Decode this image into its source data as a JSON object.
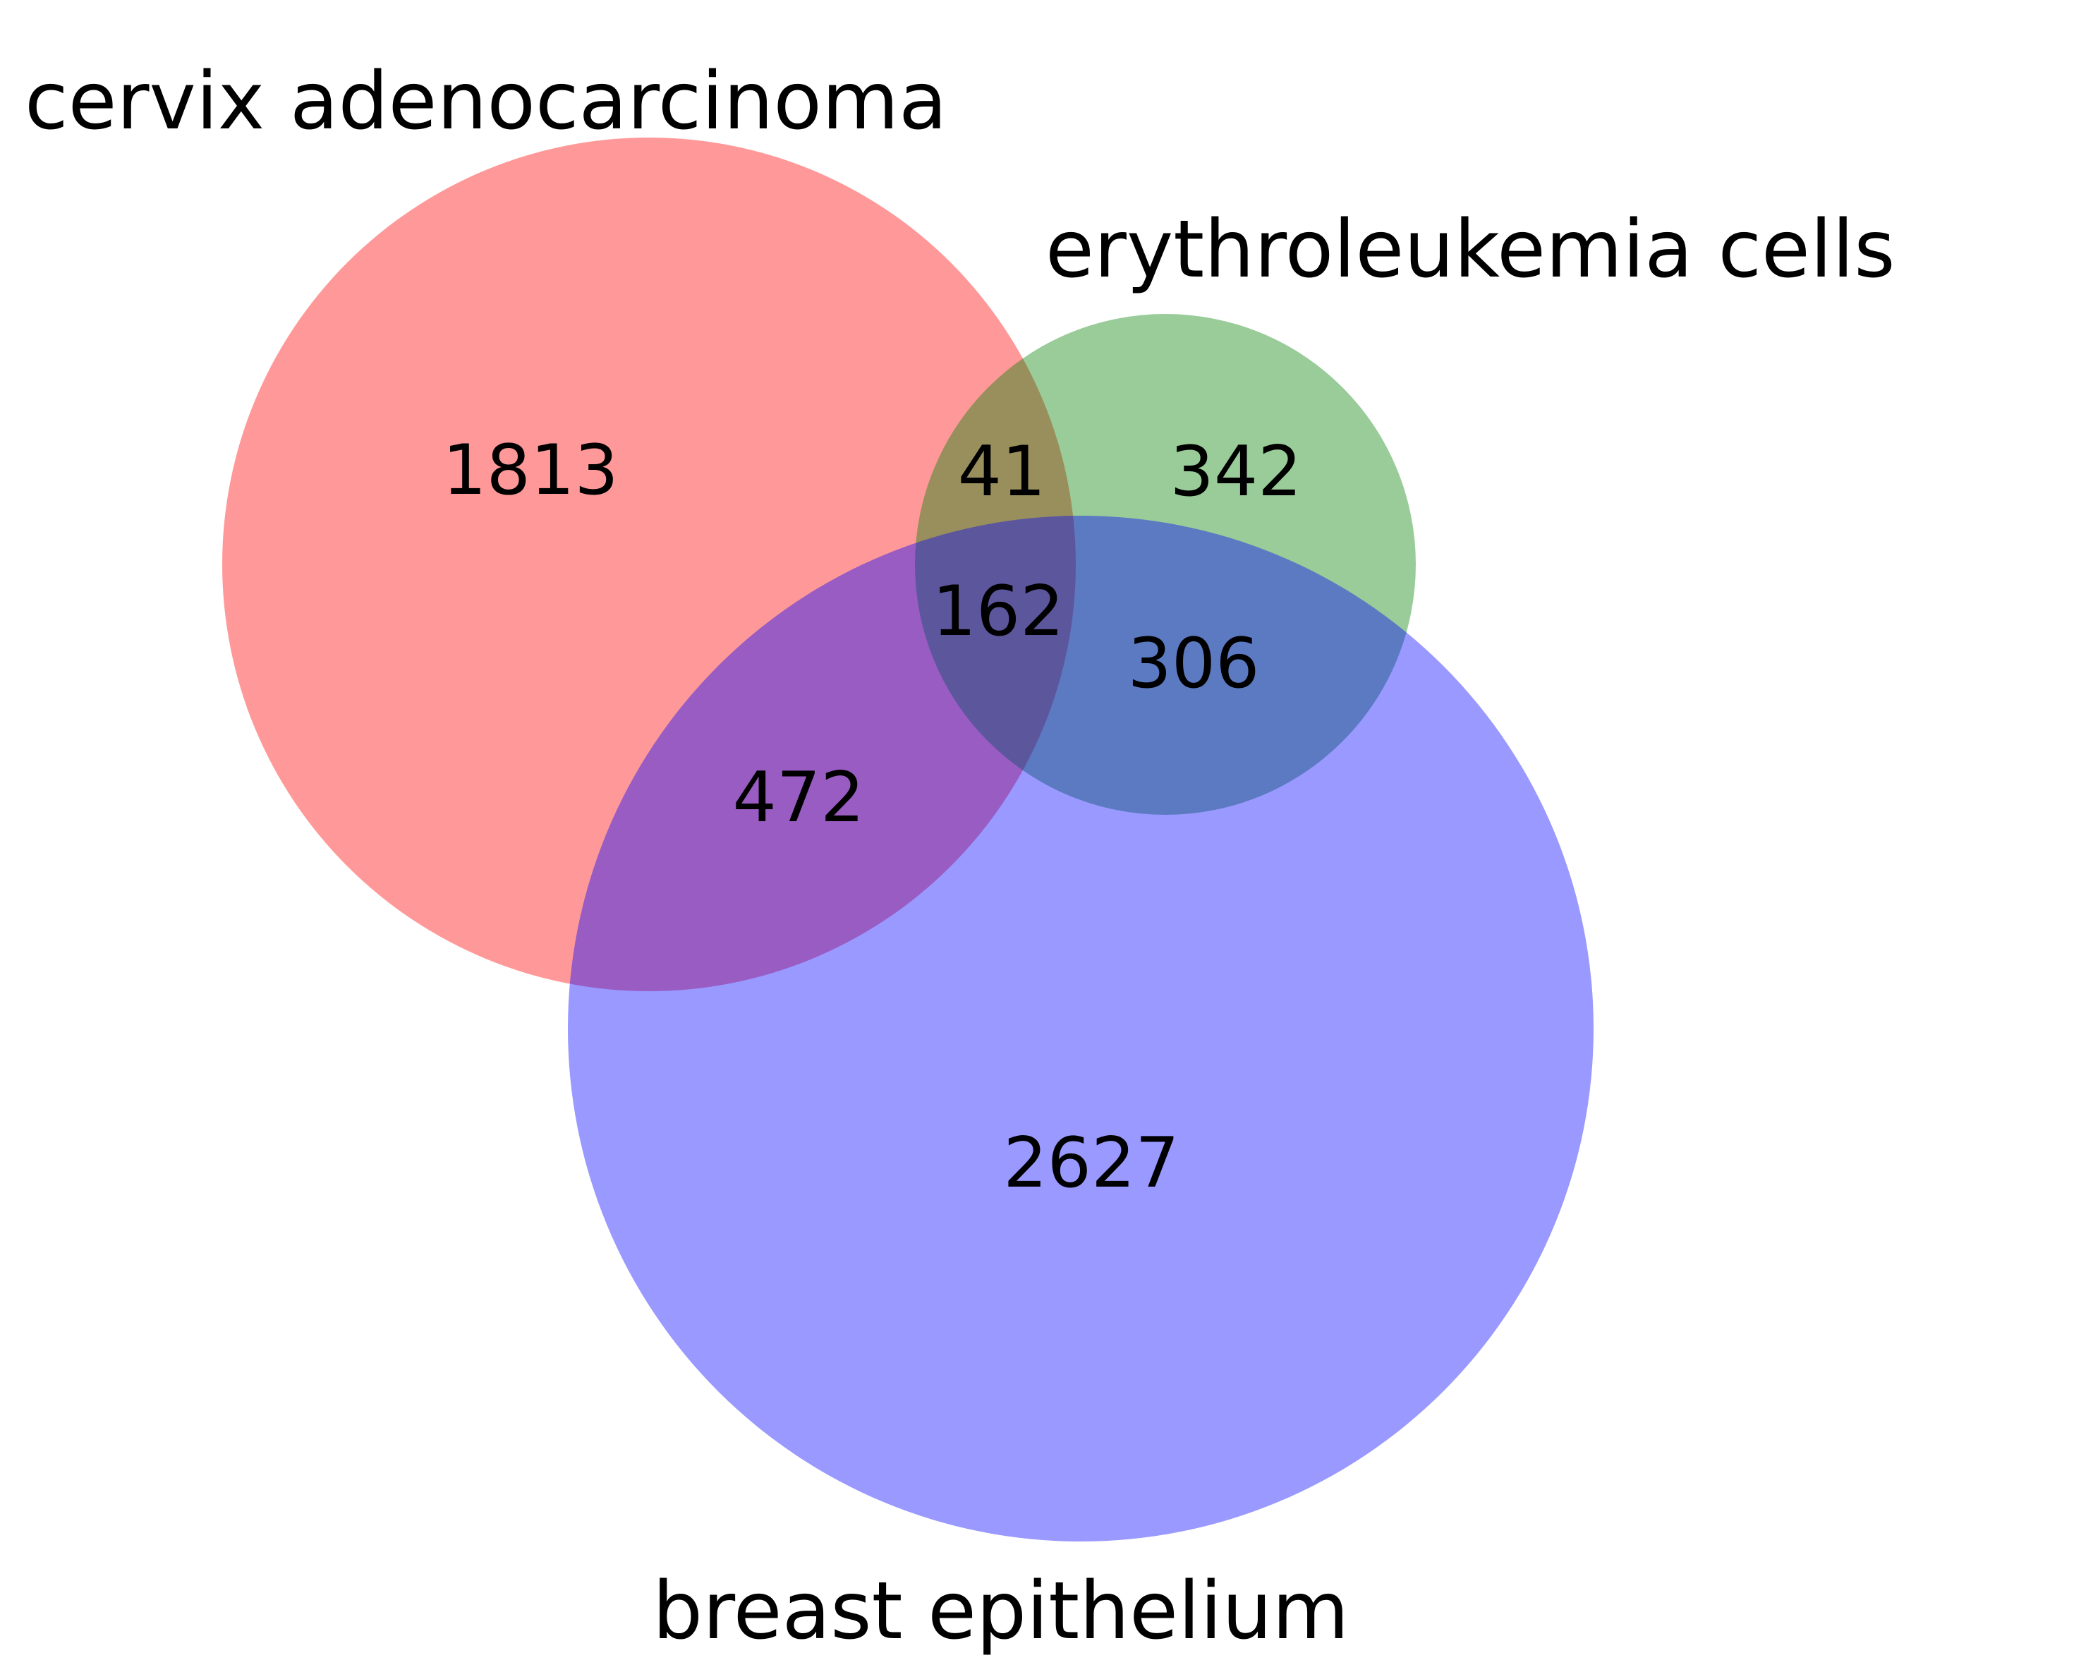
{
  "diagram": {
    "type": "venn3",
    "sets": [
      {
        "name": "cervix adenocarcinoma",
        "color": "#ff0000"
      },
      {
        "name": "erythroleukemia cells",
        "color": "#008000"
      },
      {
        "name": "breast epithelium",
        "color": "#0000ff"
      }
    ],
    "regions": {
      "cervix_only": "1813",
      "erythroleukemia_only": "342",
      "breast_only": "2627",
      "cervix_erythroleukemia": "41",
      "cervix_breast": "472",
      "erythroleukemia_breast": "306",
      "all_three": "162"
    }
  }
}
